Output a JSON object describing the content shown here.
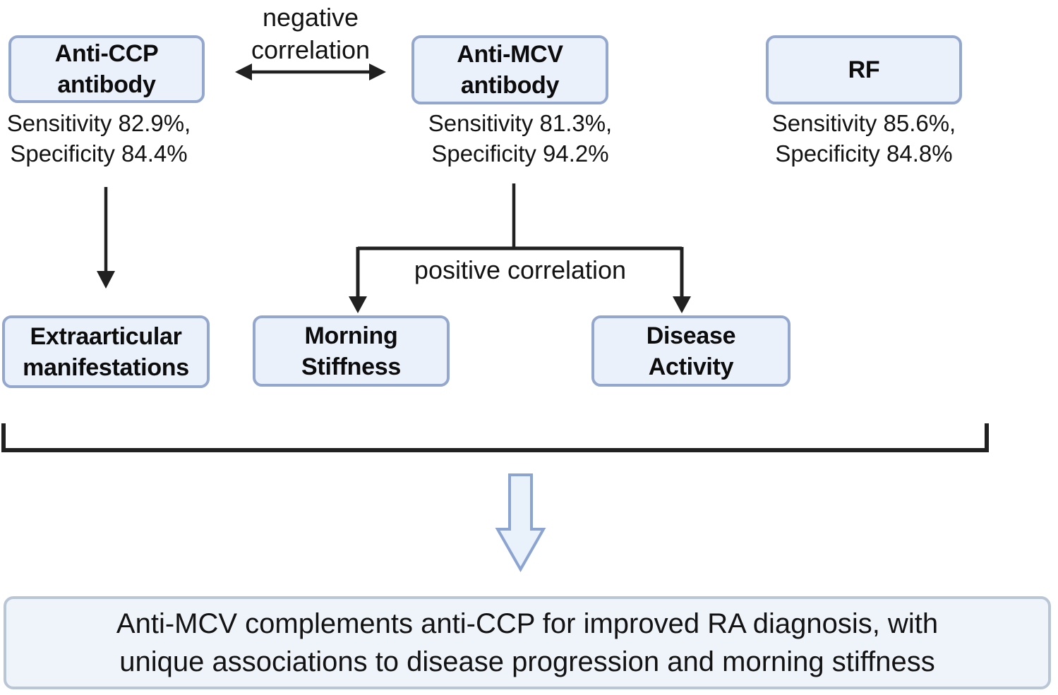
{
  "colors": {
    "node_fill": "#eaf1fb",
    "node_border": "#94a7cf",
    "banner_fill": "#eef4f9",
    "banner_border": "#b9c6d6",
    "big_arrow_fill": "#e9f1fb",
    "big_arrow_border": "#8ca4d2",
    "line_color": "#212121",
    "text_color": "#111111"
  },
  "top_row": {
    "anti_ccp": {
      "title": "Anti-CCP\nantibody",
      "stats": "Sensitivity 82.9%,\nSpecificity 84.4%"
    },
    "anti_mcv": {
      "title": "Anti-MCV\nantibody",
      "stats": "Sensitivity 81.3%,\nSpecificity 94.2%"
    },
    "rf": {
      "title": "RF",
      "stats": "Sensitivity 85.6%,\nSpecificity 84.8%"
    }
  },
  "labels": {
    "negative_correlation": "negative\ncorrelation",
    "positive_correlation": "positive correlation"
  },
  "outcome_row": {
    "extraarticular": "Extraarticular\nmanifestations",
    "morning_stiffness": "Morning\nStiffness",
    "disease_activity": "Disease\nActivity"
  },
  "conclusion": "Anti-MCV complements anti-CCP for improved RA diagnosis, with\nunique associations to disease progression and morning stiffness"
}
